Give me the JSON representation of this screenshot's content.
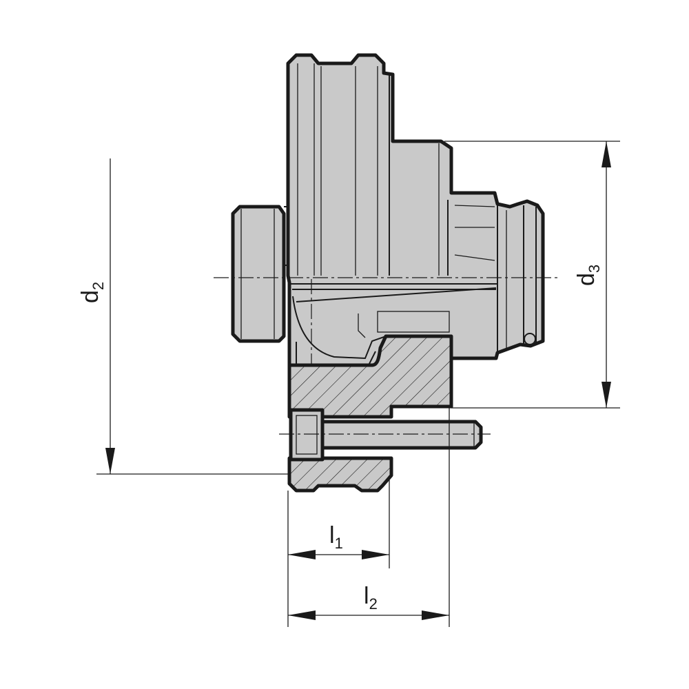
{
  "drawing": {
    "dimensions": {
      "d2": {
        "main": "d",
        "sub": "2"
      },
      "d3": {
        "main": "d",
        "sub": "3"
      },
      "l1": {
        "main": "l",
        "sub": "1"
      },
      "l2": {
        "main": "l",
        "sub": "2"
      }
    },
    "colors": {
      "part_fill": "#c9c9c9",
      "line": "#1a1a1a"
    }
  }
}
